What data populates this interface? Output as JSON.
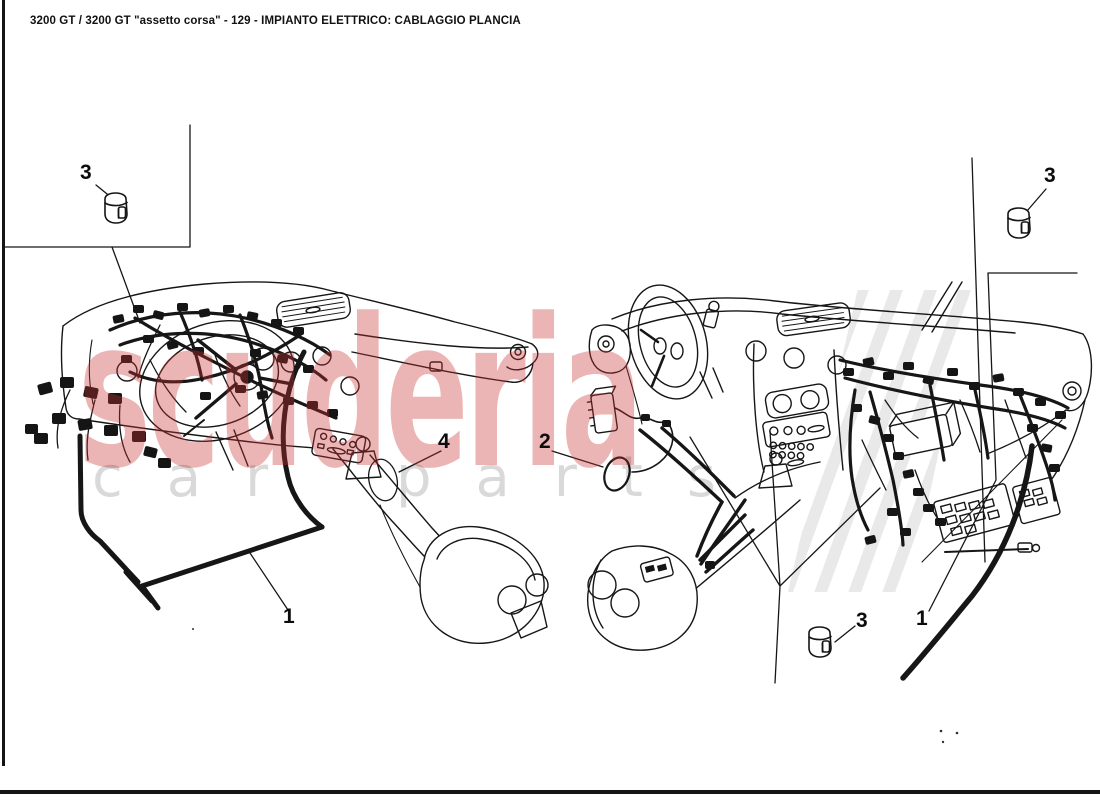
{
  "page": {
    "title": "3200 GT / 3200 GT \"assetto corsa\" - 129 - IMPIANTO ELETTRICO: CABLAGGIO PLANCIA"
  },
  "watermark": {
    "primary_text": "scuderia",
    "secondary_left": "car",
    "secondary_right": "parts",
    "accent_color": "#c93232",
    "gray_color": "#bfbfbf"
  },
  "icons": {
    "relay_part": "relay-canister-icon"
  },
  "callouts": [
    {
      "id": "item-3-top-left",
      "label": "3"
    },
    {
      "id": "item-4-center",
      "label": "4"
    },
    {
      "id": "item-2-center",
      "label": "2"
    },
    {
      "id": "item-3-top-right",
      "label": "3"
    },
    {
      "id": "item-3-bottom",
      "label": "3"
    },
    {
      "id": "item-1-right",
      "label": "1"
    },
    {
      "id": "item-1-left",
      "label": "1"
    }
  ]
}
